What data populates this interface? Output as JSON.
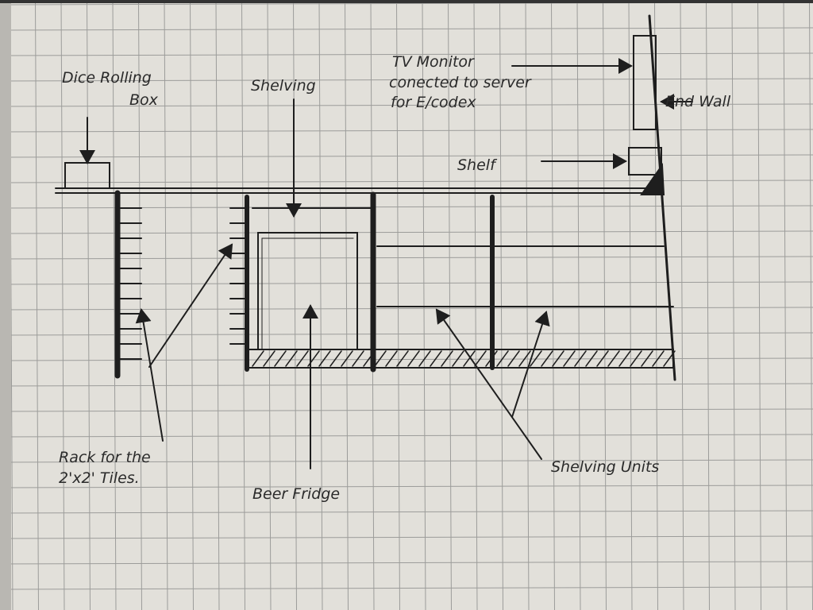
{
  "title": "Game room wall sketch",
  "labels": {
    "dice_box_1": "Dice Rolling",
    "dice_box_2": "Box",
    "shelving": "Shelving",
    "tv_1": "TV Monitor",
    "tv_2": "conected to server",
    "tv_3": "for E/codex",
    "end_wall": "End Wall",
    "shelf": "Shelf",
    "rack_1": "Rack for the",
    "rack_2": "2'x2' Tiles.",
    "beer_fridge": "Beer Fridge",
    "shelving_units": "Shelving Units"
  },
  "colors": {
    "paper": "#e2e0da",
    "grid": "#9c9c9a",
    "ink": "#1e1e1e"
  }
}
